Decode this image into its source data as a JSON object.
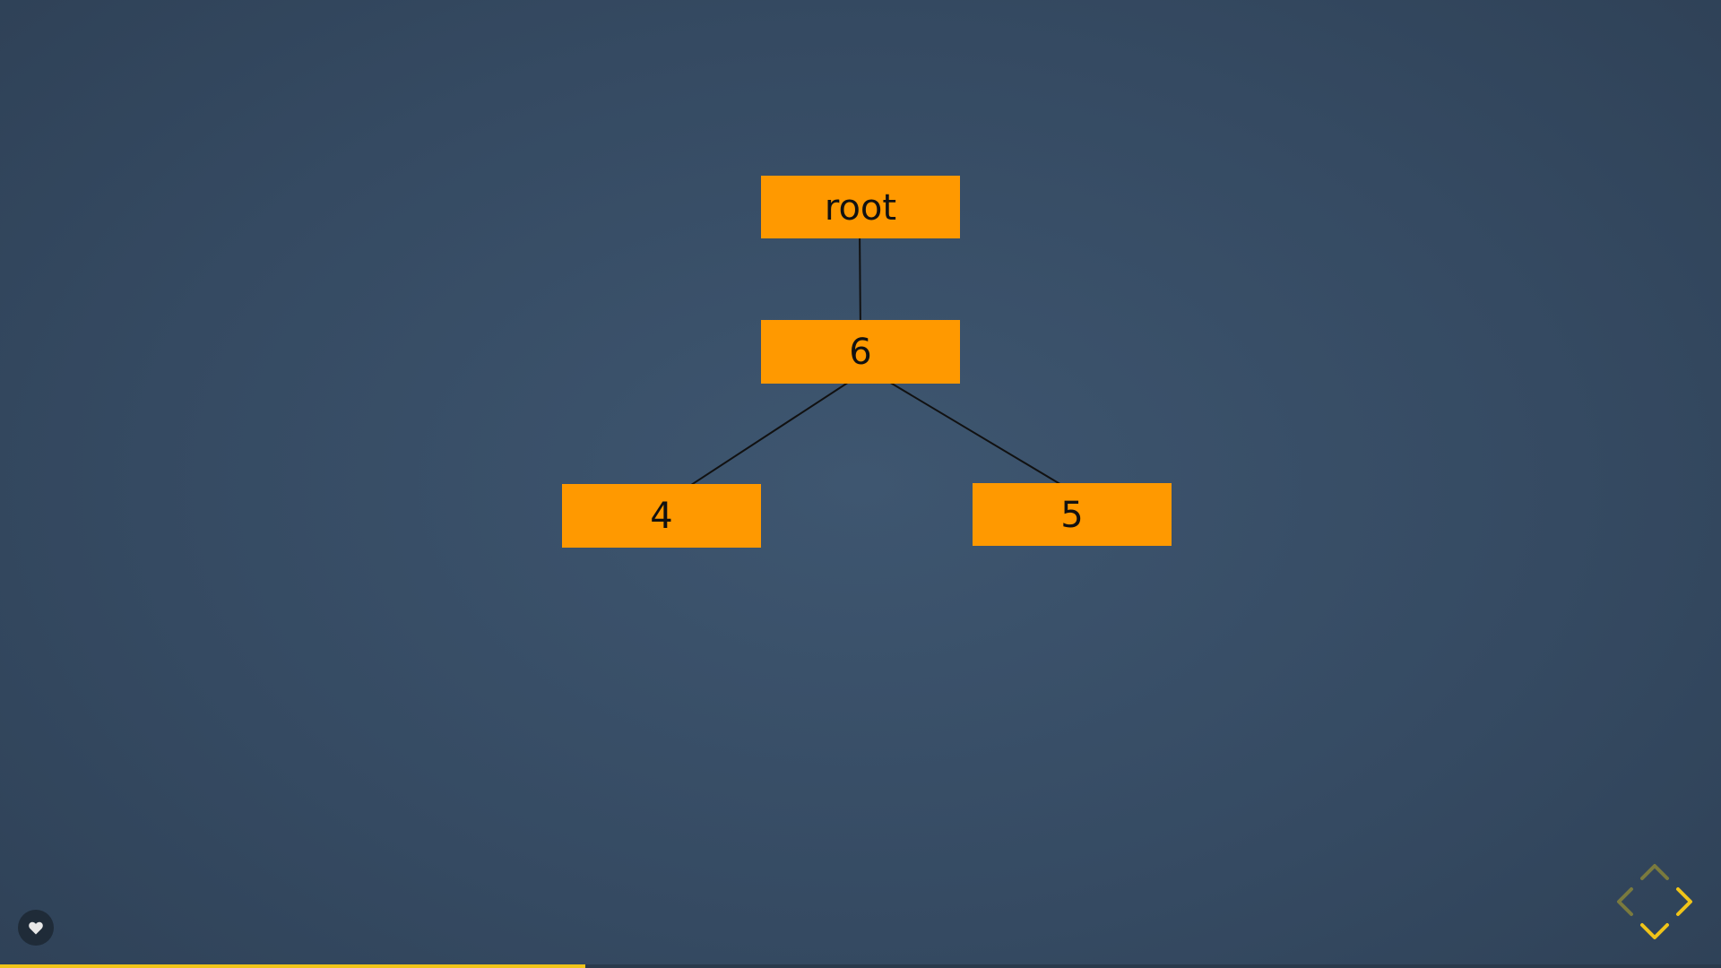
{
  "diagram": {
    "nodes": [
      {
        "id": "root",
        "label": "root"
      },
      {
        "id": "n6",
        "label": "6"
      },
      {
        "id": "n4",
        "label": "4"
      },
      {
        "id": "n5",
        "label": "5"
      }
    ],
    "edges": [
      {
        "from": "root",
        "to": "n6"
      },
      {
        "from": "n6",
        "to": "n4"
      },
      {
        "from": "n6",
        "to": "n5"
      }
    ]
  },
  "colors": {
    "node_fill": "#ff9900",
    "accent": "#f0c419",
    "background": "#3e5670"
  },
  "controls": {
    "icons": [
      "heart-icon",
      "chevron-up-icon",
      "chevron-left-icon",
      "chevron-right-icon",
      "chevron-down-icon"
    ]
  },
  "progress": {
    "fraction": 0.34
  }
}
